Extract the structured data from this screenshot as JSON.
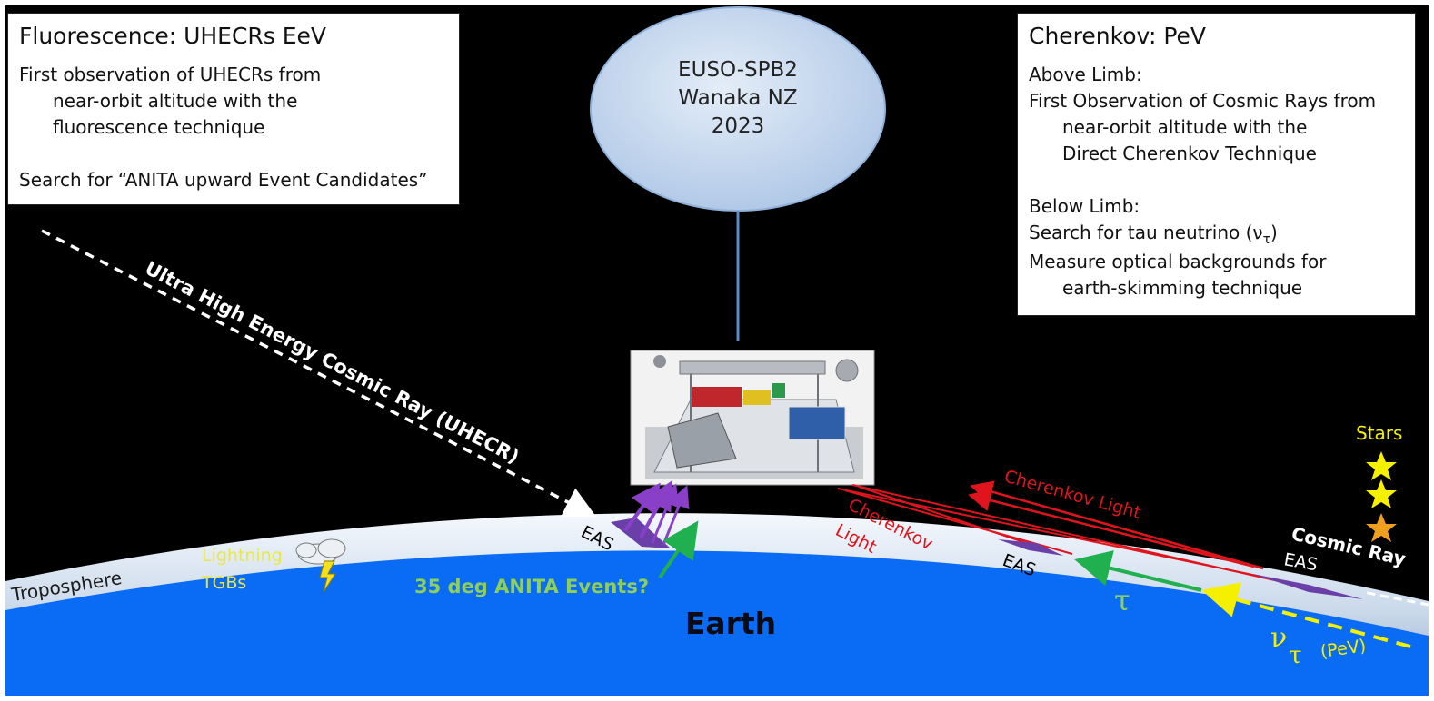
{
  "left_box": {
    "title": "Fluorescence: UHECRs EeV",
    "lines": [
      "First observation of UHECRs from",
      "near-orbit altitude with the",
      "fluorescence technique",
      "Search for “ANITA upward Event Candidates”"
    ]
  },
  "right_box": {
    "title": "Cherenkov: PeV",
    "above_label": "Above Limb:",
    "above_lines": [
      "First Observation of Cosmic Rays from",
      "near-orbit altitude with the",
      "Direct Cherenkov Technique"
    ],
    "below_label": "Below Limb:",
    "nu_text": "Search for tau neutrino (ν",
    "nu_sub": "τ",
    "nu_close": ")",
    "below_lines": [
      "Measure optical backgrounds for",
      "earth-skimming technique"
    ]
  },
  "balloon": {
    "line1": "EUSO-SPB2",
    "line2": "Wanaka NZ",
    "line3": "2023"
  },
  "labels": {
    "uhecr": "Ultra High Energy Cosmic Ray (UHECR)",
    "eas_left": "EAS",
    "eas_mid": "EAS",
    "eas_right": "EAS",
    "troposphere": "Troposphere",
    "lightning": "Lightning",
    "tgbs": "TGBs",
    "anita": "35 deg ANITA Events?",
    "earth": "Earth",
    "cherenkov_light_1": "Cherenkov",
    "cherenkov_light_2": "Light",
    "cherenkov_light_upper": "Cherenkov Light",
    "tau": "τ",
    "nu": "ν",
    "nu_sub": "τ",
    "pev": "(PeV)",
    "cosmic_ray": "Cosmic Ray",
    "stars": "Stars"
  },
  "colors": {
    "sky": "#000000",
    "earth": "#0a6cf5",
    "atmosphere": "#cfdcec",
    "cherenkov": "#e0141c",
    "tau": "#20b050",
    "anita": "#8ecf5a",
    "neutrino": "#f4f000",
    "lightning": "#e8e84a",
    "eas": "#6a3fa8",
    "balloon": "#c5d7ee"
  },
  "icons": [
    "star-icon",
    "cloud-icon",
    "lightning-bolt-icon",
    "payload-image"
  ]
}
